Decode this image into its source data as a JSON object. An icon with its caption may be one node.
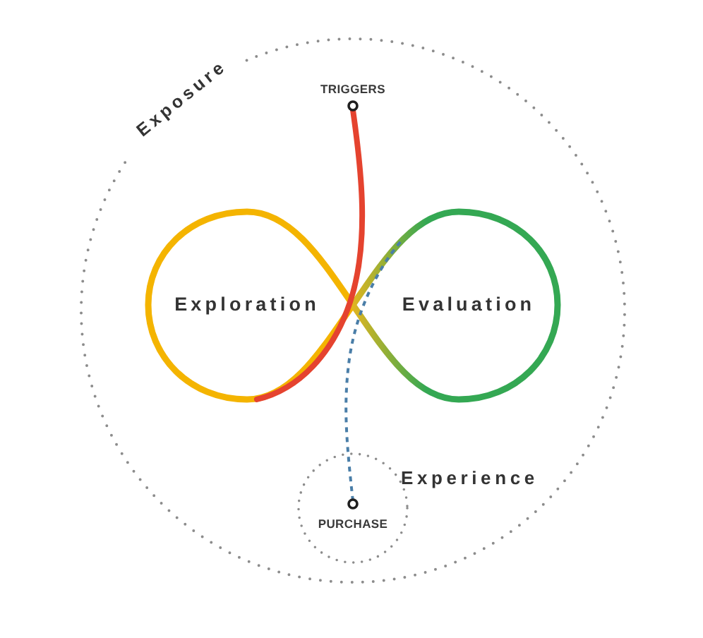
{
  "diagram": {
    "nodes": [
      {
        "text": [
          "Exposure"
        ]
      },
      {
        "text": [
          "TRIGGERS"
        ],
        "in": 0
      },
      {
        "text": [
          "Exploration"
        ],
        "in": 0
      },
      {
        "text": [
          "Evaluation"
        ],
        "in": 0
      },
      {
        "text": [
          "Experience"
        ],
        "in": 0
      },
      {
        "text": [
          "PURCHASE"
        ],
        "in": 4
      }
    ],
    "edges": [
      {
        "from": 1,
        "to": 2,
        "arrow": "none",
        "style": "thick",
        "color": "#e5432f"
      },
      {
        "from": 5,
        "to": 3,
        "arrow": "none",
        "style": "dashed",
        "color": "#4a7ea8"
      }
    ]
  }
}
